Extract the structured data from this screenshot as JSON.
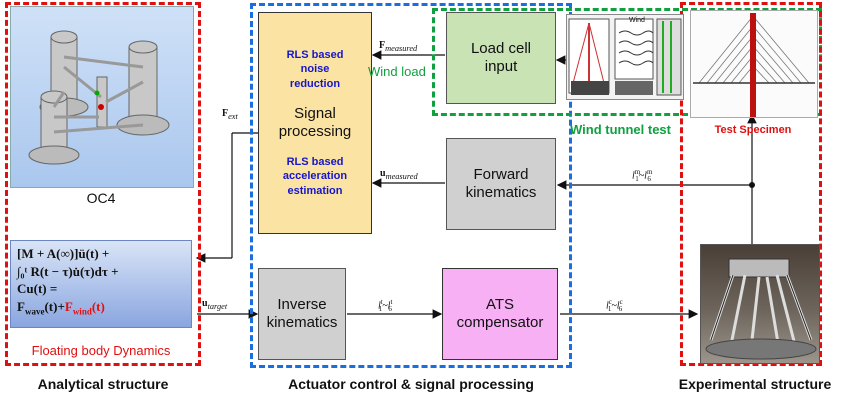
{
  "regions": {
    "analytical": "Analytical structure",
    "actuator": "Actuator control & signal processing",
    "experimental": "Experimental structure",
    "wind_tunnel": "Wind tunnel test",
    "wind_load": "Wind load",
    "test_specimen": "Test Specimen",
    "floating_body": "Floating body Dynamics"
  },
  "model_label": "OC4",
  "blocks": {
    "signal_processing": {
      "rls_noise_l1": "RLS based",
      "rls_noise_l2": "noise",
      "rls_noise_l3": "reduction",
      "main_l1": "Signal",
      "main_l2": "processing",
      "rls_acc_l1": "RLS based",
      "rls_acc_l2": "acceleration",
      "rls_acc_l3": "estimation"
    },
    "load_cell": {
      "l1": "Load cell",
      "l2": "input"
    },
    "forward_kinematics": {
      "l1": "Forward",
      "l2": "kinematics"
    },
    "inverse_kinematics": {
      "l1": "Inverse",
      "l2": "kinematics"
    },
    "ats": {
      "l1": "ATS",
      "l2": "compensator"
    }
  },
  "signals": {
    "f_measured": "F",
    "f_measured_sub": "measured",
    "f_ext": "F",
    "f_ext_sub": "ext",
    "u_measured": "u",
    "u_measured_sub": "measured",
    "u_target": "u",
    "u_target_sub": "target",
    "lm": "l",
    "lm_sup1": "m",
    "lm_sub1": "1",
    "lm_tilde": "~l",
    "lm_sup2": "m",
    "lm_sub2": "6",
    "lt": "l",
    "lt_sup1": "t",
    "lt_sub1": "1",
    "lt_tilde": "~l",
    "lt_sup2": "t",
    "lt_sub2": "6",
    "lc": "l",
    "lc_sup1": "c",
    "lc_sub1": "1",
    "lc_tilde": "~l",
    "lc_sup2": "c",
    "lc_sub2": "6"
  },
  "equation": {
    "line1": "[M + A(∞)]ü(t) +",
    "line2": "∫₀ᵗ R(t − τ)u̇(τ)dτ +",
    "line3": "Cu(t) =",
    "line4a": "F",
    "line4a_sub": "wave",
    "line4b": "(t)+",
    "line4c": "F",
    "line4c_sub": "wind",
    "line4d": "(t)"
  },
  "wind_tunnel_label": "Wind",
  "colors": {
    "red": "#e01010",
    "blue": "#1a6fe0",
    "green": "#10a040",
    "yellow": "#fbe3a3",
    "pink": "#f7b0f4",
    "gray": "#d0d0d0",
    "light_green": "#c9e3b5"
  }
}
